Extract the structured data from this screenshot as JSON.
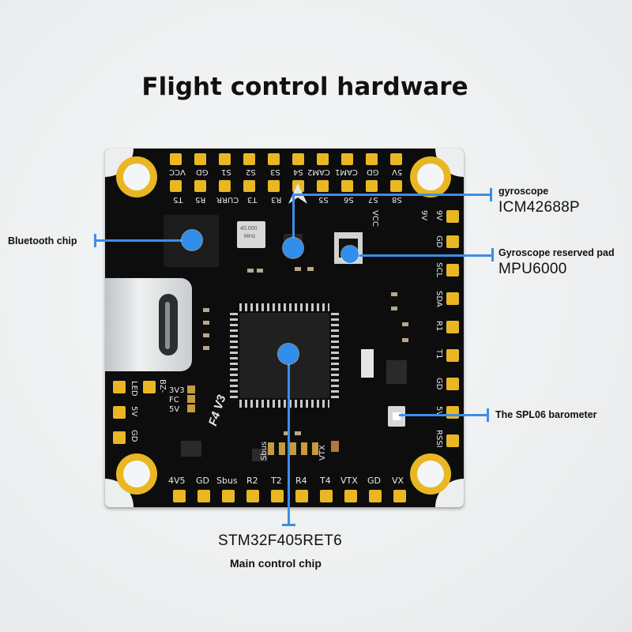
{
  "title": "Flight control hardware",
  "board": {
    "marking": "F4 V3",
    "top_pins": [
      "VCC",
      "GD",
      "S1",
      "S2",
      "S3",
      "S4",
      "CAM2",
      "CAM1",
      "GD",
      "5V"
    ],
    "top_inner_labels": [
      "T5",
      "CURR",
      "R5",
      "T3",
      "R3",
      "S5",
      "S6",
      "S7",
      "S8"
    ],
    "vcc_label": "VCC",
    "right_pins": [
      "9V",
      "GD",
      "SCL",
      "SDA",
      "R1",
      "T1",
      "GD",
      "5V",
      "RSSI"
    ],
    "left_pins": [
      "LED",
      "5V",
      "GD"
    ],
    "left_inner_labels": [
      "BZ-",
      "3V3",
      "FC",
      "5V"
    ],
    "bottom_pins": [
      "4V5",
      "GD",
      "Sbus",
      "R2",
      "T2",
      "R4",
      "T4",
      "VTX",
      "GD",
      "VX"
    ],
    "bottom_inner_labels": [
      "Sbus",
      "VTX"
    ],
    "crystal_label_1": "40.000",
    "crystal_label_2": "MHz"
  },
  "callouts": {
    "gyroscope_title": "gyroscope",
    "gyroscope_model": "ICM42688P",
    "bluetooth": "Bluetooth chip",
    "reserved_title": "Gyroscope reserved pad",
    "reserved_model": "MPU6000",
    "barometer": "The SPL06 barometer",
    "mcu_model": "STM32F405RET6",
    "mcu_title": "Main control chip"
  },
  "colors": {
    "board": "#0d0d0d",
    "pad_gold": "#e8b723",
    "callout_blue": "#2f8fea"
  }
}
